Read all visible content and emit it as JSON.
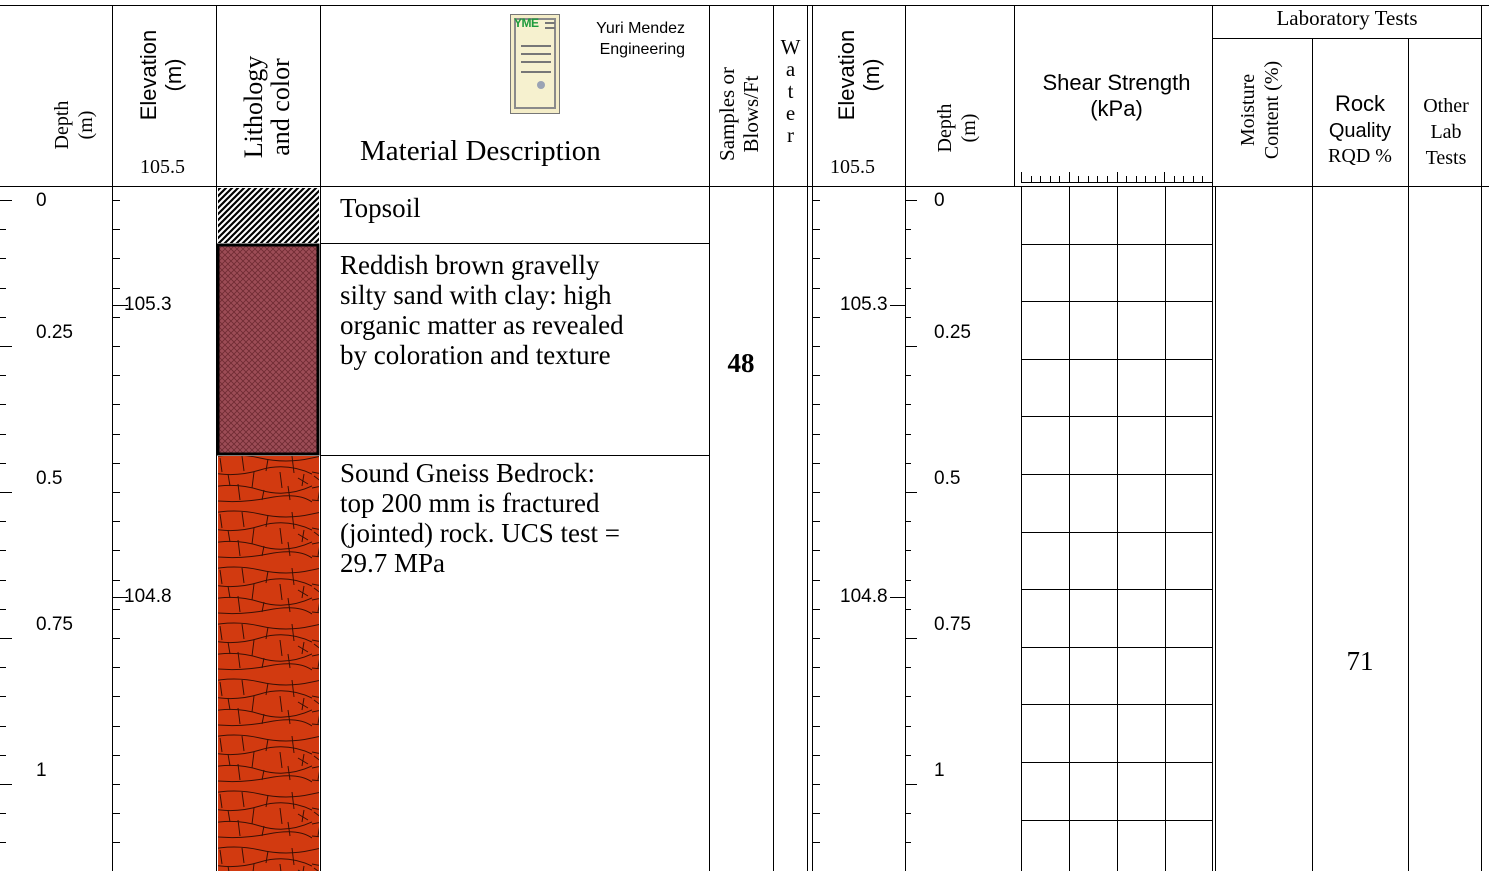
{
  "headers": {
    "depth": "Depth",
    "depth_unit": "(m)",
    "elevation": "Elevation",
    "elevation_unit": "(m)",
    "ground_elevation": "105.5",
    "lithology_line1": "Lithology",
    "lithology_line2": "and color",
    "material_description": "Material Description",
    "samples_line1": "Samples or",
    "samples_line2": "Blows/Ft",
    "water": [
      "W",
      "a",
      "t",
      "e",
      "r"
    ],
    "shear_strength_line1": "Shear Strength",
    "shear_strength_line2": "(kPa)",
    "laboratory_tests": "Laboratory Tests",
    "moisture_line1": "Moisture",
    "moisture_line2": "Content (%)",
    "rqd_line1": "Rock",
    "rqd_line2": "Quality",
    "rqd_line3": "RQD %",
    "other_line1": "Other",
    "other_line2": "Lab",
    "other_line3": "Tests"
  },
  "logo": {
    "mark": "YME",
    "company_line1": "Yuri Mendez",
    "company_line2": "Engineering"
  },
  "depth_labels": [
    "0",
    "0.25",
    "0.5",
    "0.75",
    "1"
  ],
  "elevation_labels": [
    "105.3",
    "104.8"
  ],
  "layers": [
    {
      "description": "Topsoil",
      "pattern": "topsoil-hatch"
    },
    {
      "description_lines": [
        "Reddish brown gravelly",
        "silty sand with clay: high",
        "organic matter as revealed",
        "by coloration and texture"
      ],
      "pattern": "sand-crosshatch",
      "color": "#9c4c56"
    },
    {
      "description_lines": [
        "Sound Gneiss Bedrock:",
        "top 200 mm is fractured",
        "(jointed) rock. UCS test =",
        "29.7 MPa"
      ],
      "pattern": "gneiss-blocks",
      "color": "#d23a10"
    }
  ],
  "sample_blows": "48",
  "rqd_value": "71"
}
